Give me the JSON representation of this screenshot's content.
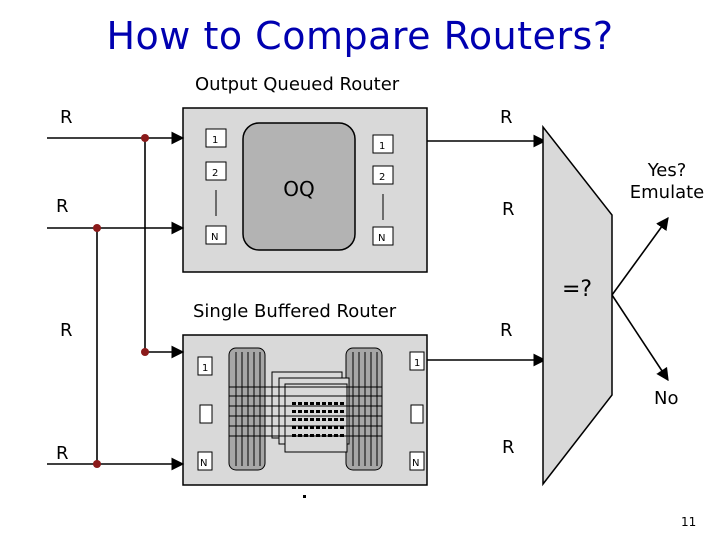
{
  "title": "How to Compare Routers?",
  "oq_router": {
    "heading": "Output Queued Router",
    "core_label": "OQ",
    "ports_in": [
      "1",
      "2",
      "N"
    ],
    "ports_out": [
      "1",
      "2",
      "N"
    ]
  },
  "sb_router": {
    "heading": "Single Buffered Router",
    "ports_in": [
      "1",
      "N"
    ],
    "ports_out": [
      "1",
      "N"
    ]
  },
  "arrival_labels": [
    "R",
    "R",
    "R",
    "R"
  ],
  "departure_labels": [
    "R",
    "R",
    "R",
    "R"
  ],
  "comparator": {
    "label": "=?"
  },
  "outcome": {
    "yes": "Yes?\nEmulate",
    "no": "No"
  },
  "page_number": "11"
}
